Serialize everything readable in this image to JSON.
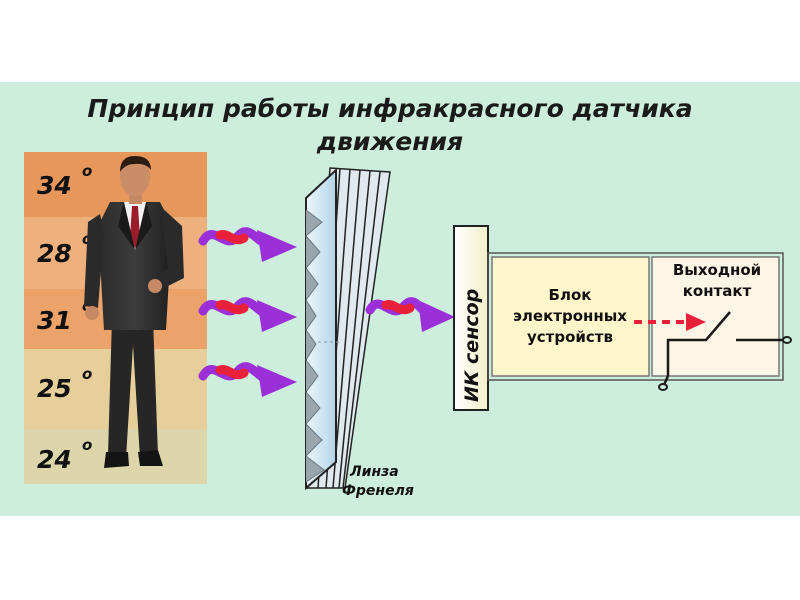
{
  "title": {
    "line1": "Принцип работы инфракрасного датчика",
    "line2": "движения"
  },
  "temperature_bands": [
    {
      "value": "34",
      "deg": "o",
      "color": "#e8975a"
    },
    {
      "value": "28",
      "deg": "o",
      "color": "#eeb07c"
    },
    {
      "value": "31",
      "deg": "o",
      "color": "#eba36a"
    },
    {
      "value": "25",
      "deg": "o",
      "color": "#e6cf9a"
    },
    {
      "value": "24",
      "deg": "o",
      "color": "#dcd6aa"
    }
  ],
  "lens": {
    "label_line1": "Линза",
    "label_line2": "Френеля"
  },
  "sensor": {
    "label": "ИК сенсор"
  },
  "electronics": {
    "line1": "Блок",
    "line2": "электронных",
    "line3": "устройств"
  },
  "output": {
    "line1": "Выходной",
    "line2": "контакт"
  },
  "colors": {
    "panel_background": "#cdeedd",
    "arrow_purple": "#9b30d8",
    "arrow_red": "#e8203a",
    "block_fill": "#fff6cc",
    "output_fill": "#fdf5e6",
    "dashed_arrow": "#e8203a"
  },
  "icons": {
    "person": "businessman-figure",
    "radiation": "wavy-ir-arrow",
    "contact": "switch-contact"
  }
}
